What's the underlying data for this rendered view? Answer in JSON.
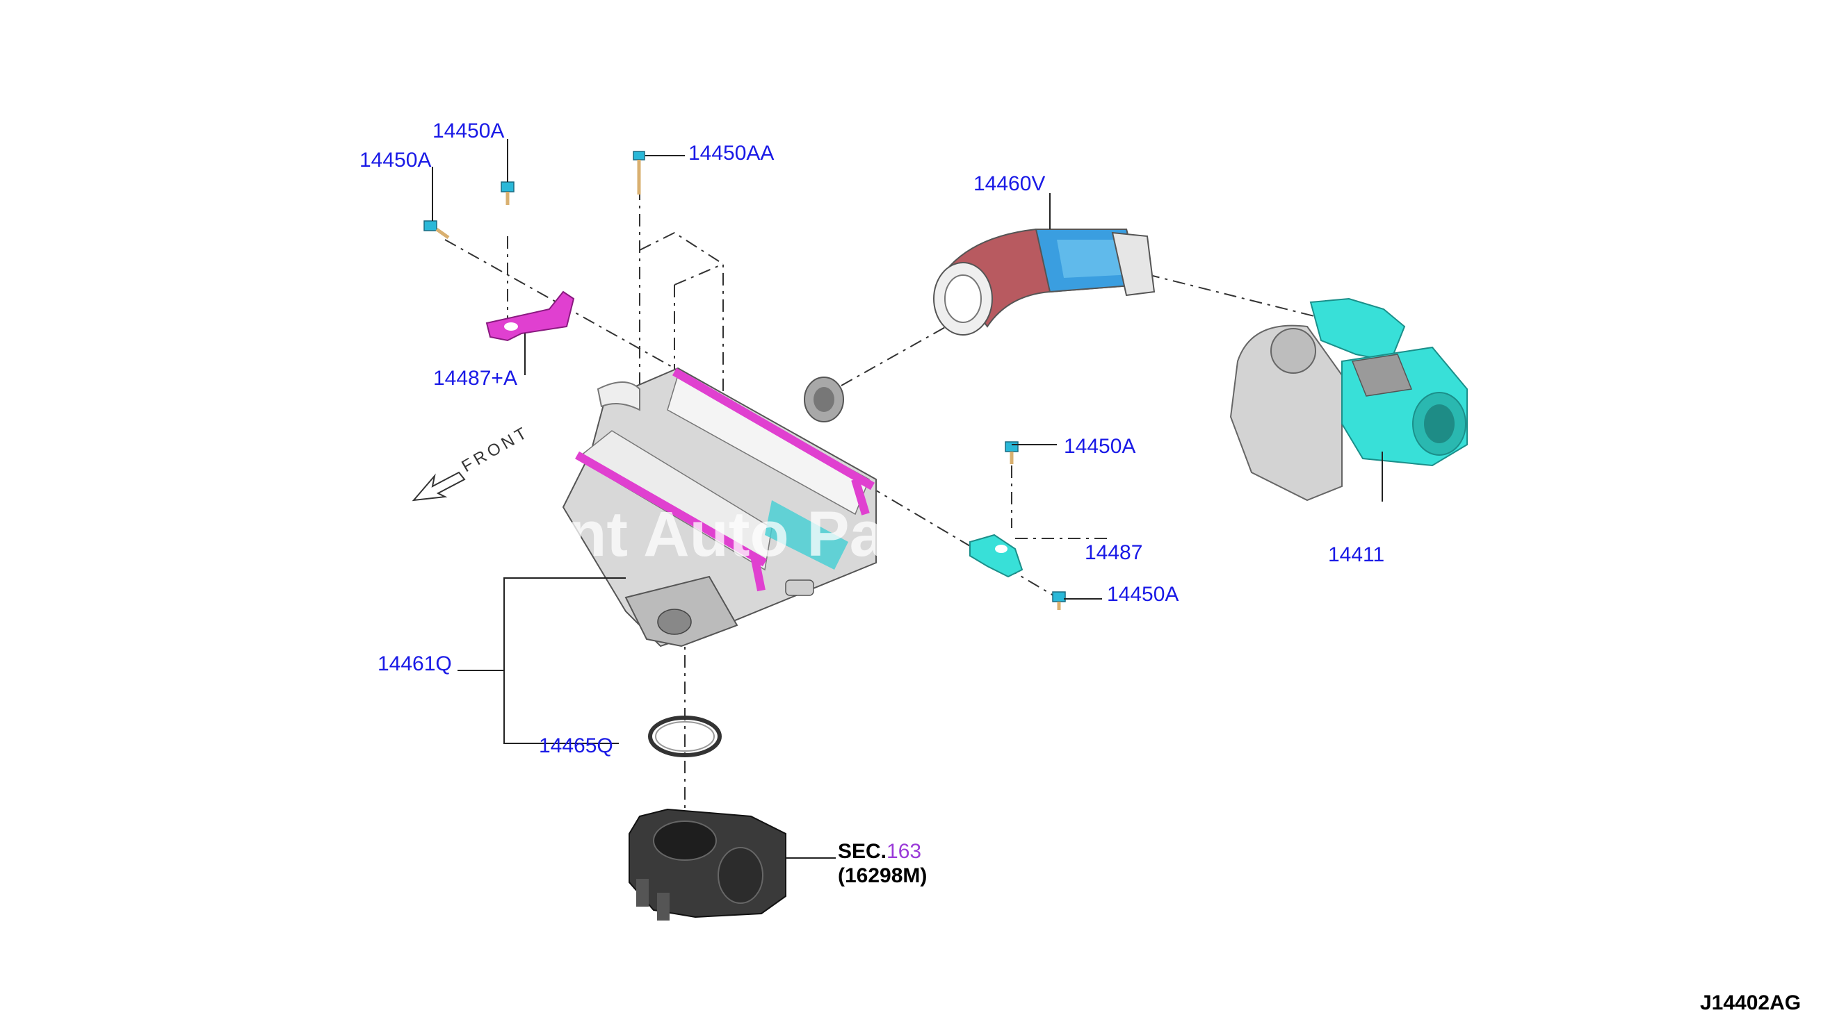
{
  "diagram_code": "J14402AG",
  "watermark": "ont Auto Pa",
  "front_label": "FRONT",
  "callouts": {
    "bolt_top_left": "14450A",
    "bolt_top_mid": "14450A",
    "bolt_long": "14450AA",
    "bracket_left": "14487+A",
    "air_duct": "14460V",
    "bolt_right_upper": "14450A",
    "bracket_right": "14487",
    "bolt_right_lower": "14450A",
    "turbocharger": "14411",
    "intercooler": "14461Q",
    "gasket_ring": "14465Q"
  },
  "section_ref": {
    "prefix": "SEC.",
    "number": "163",
    "part": "(16298M)"
  },
  "colors": {
    "callout_text": "#1a1ae6",
    "section_number": "#9a3ad8",
    "gasket_magenta": "#e040d0",
    "cyan_parts": "#38e0d8",
    "duct_red": "#b85a60"
  }
}
